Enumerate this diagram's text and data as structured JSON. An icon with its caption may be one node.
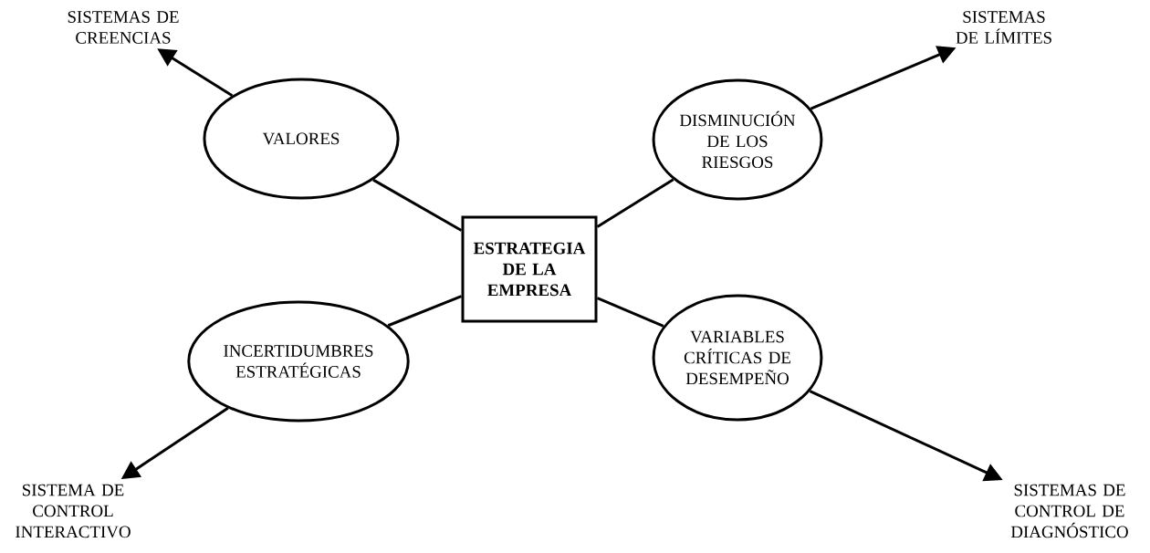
{
  "diagram": {
    "nodes": [
      {
        "text": [
          "ESTRATEGIA DE LA EMPRESA"
        ]
      },
      {
        "text": [
          "VALORES"
        ]
      },
      {
        "text": [
          "DISMINUCIÓN DE LOS RIESGOS"
        ]
      },
      {
        "text": [
          "INCERTIDUMBRES ESTRATÉGICAS"
        ]
      },
      {
        "text": [
          "VARIABLES CRÍTICAS DE DESEMPEÑO"
        ]
      },
      {
        "text": [
          "SISTEMAS DE CREENCIAS"
        ]
      },
      {
        "text": [
          "SISTEMAS DE LÍMITES"
        ]
      },
      {
        "text": [
          "SISTEMA DE CONTROL INTERACTIVO"
        ]
      },
      {
        "text": [
          "SISTEMAS DE CONTROL DE DIAGNÓSTICO"
        ]
      }
    ],
    "edges": [
      {
        "from": 0,
        "to": 1,
        "arrow": "none"
      },
      {
        "from": 0,
        "to": 2,
        "arrow": "none"
      },
      {
        "from": 0,
        "to": 3,
        "arrow": "none"
      },
      {
        "from": 0,
        "to": 4,
        "arrow": "none"
      },
      {
        "from": 1,
        "to": 5,
        "arrow": "to"
      },
      {
        "from": 2,
        "to": 6,
        "arrow": "to"
      },
      {
        "from": 3,
        "to": 7,
        "arrow": "to"
      },
      {
        "from": 4,
        "to": 8,
        "arrow": "to"
      }
    ]
  }
}
